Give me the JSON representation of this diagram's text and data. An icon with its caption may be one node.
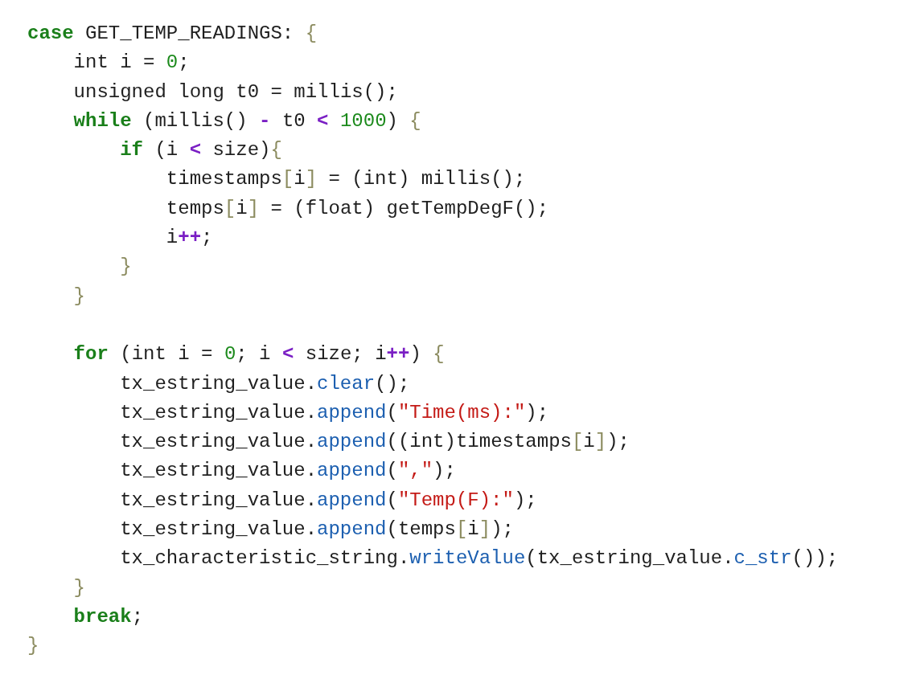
{
  "diagram": {
    "labels": [
      "case GET_TEMP_READINGS: {",
      "    int i = 0;",
      "    unsigned long t0 = millis();",
      "    while (millis() - t0 < 1000) {",
      "        if (i < size){",
      "            timestamps[i] = (int) millis();",
      "            temps[i] = (float) getTempDegF();",
      "            i++;",
      "        }",
      "    }",
      "    for (int i = 0; i < size; i++) {",
      "        tx_estring_value.clear();",
      "        tx_estring_value.append(\"Time(ms):\");",
      "        tx_estring_value.append((int)timestamps[i]);",
      "        tx_estring_value.append(\",\");",
      "        tx_estring_value.append(\"Temp(F):\");",
      "        tx_estring_value.append(temps[i]);",
      "        tx_characteristic_string.writeValue(tx_estring_value.c_str());",
      "    }",
      "    break;",
      "}"
    ]
  }
}
